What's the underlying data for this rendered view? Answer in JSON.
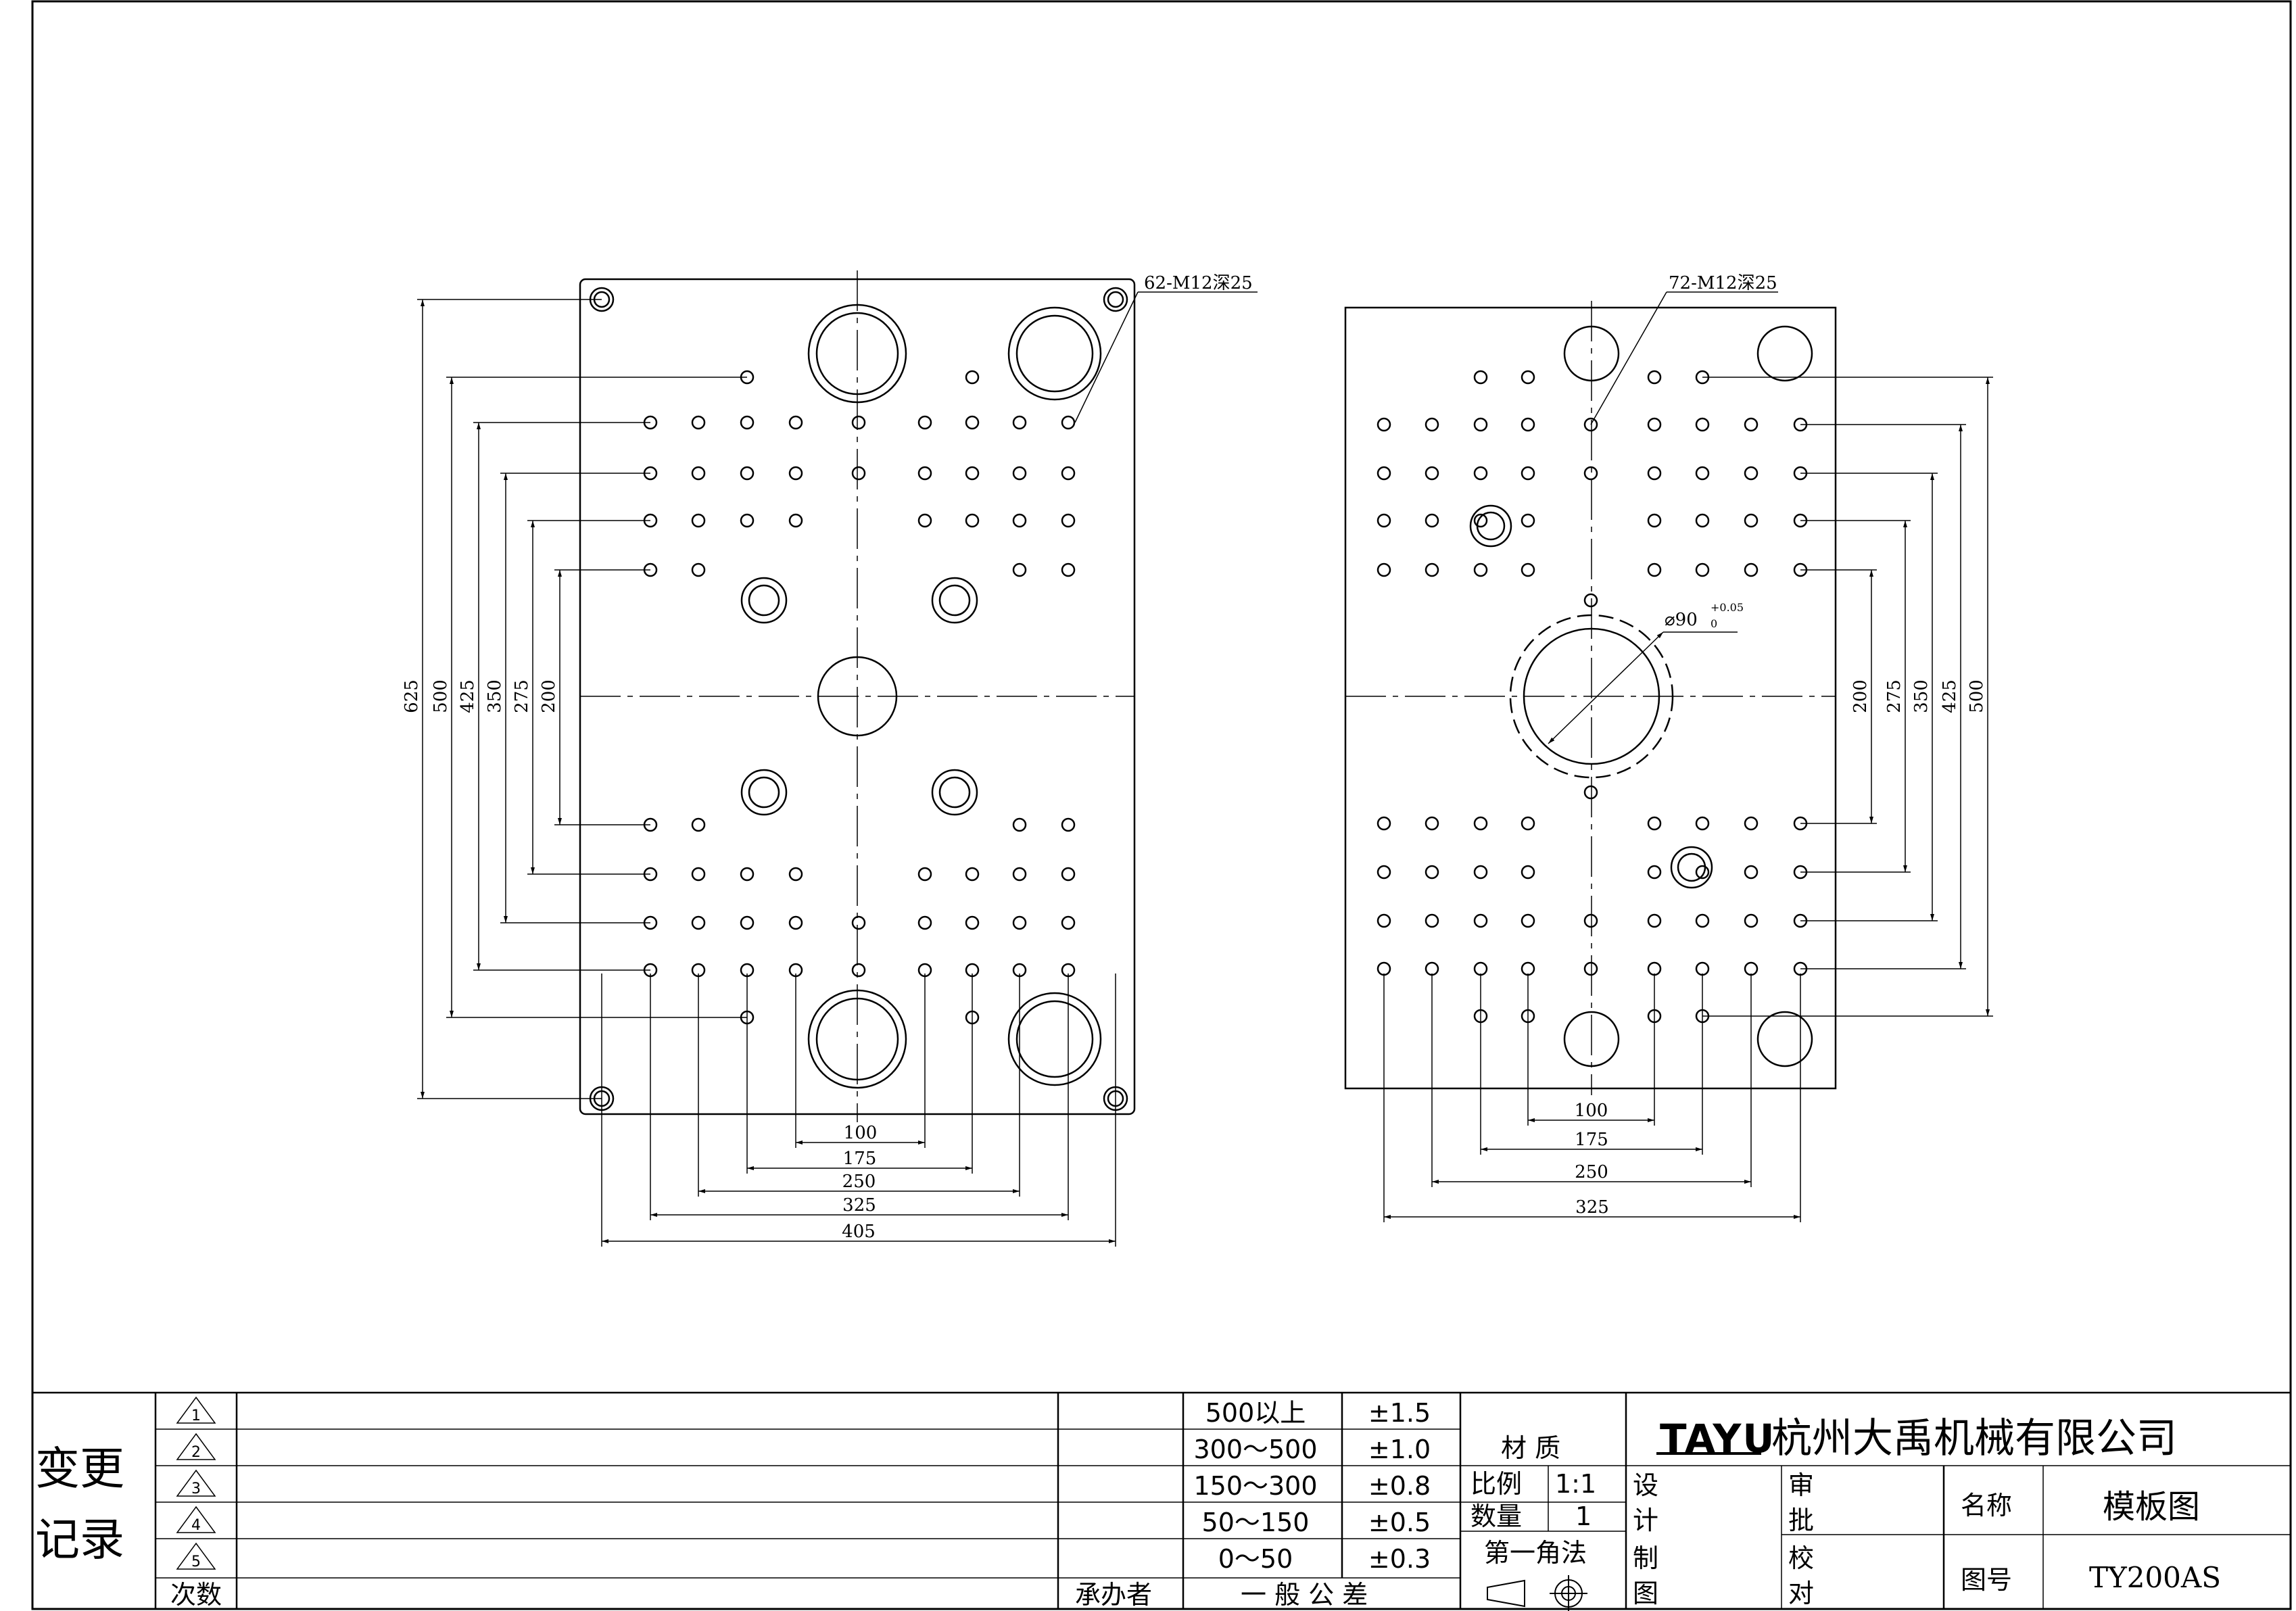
{
  "left_plate": {
    "thread_callout": "62-M12深25",
    "vertical_dims": [
      "625",
      "500",
      "425",
      "350",
      "275",
      "200"
    ],
    "horizontal_dims": [
      "100",
      "175",
      "250",
      "325",
      "405"
    ]
  },
  "right_plate": {
    "thread_callout": "72-M12深25",
    "diameter_callout": "⌀90",
    "diameter_tol_upper": "+0.05",
    "diameter_tol_lower": "0",
    "vertical_dims": [
      "200",
      "275",
      "350",
      "425",
      "500"
    ],
    "horizontal_dims": [
      "100",
      "175",
      "250",
      "325"
    ]
  },
  "title_block": {
    "change_record": "变更记录",
    "change_record_line1": "变更",
    "change_record_line2": "记录",
    "revision_marks": [
      "1",
      "2",
      "3",
      "4",
      "5"
    ],
    "count_label": "次数",
    "handler_label": "承办者",
    "tolerance_rows": [
      {
        "range": "500以上",
        "tol": "±1.5"
      },
      {
        "range": "300～500",
        "tol": "±1.0"
      },
      {
        "range": "150～300",
        "tol": "±0.8"
      },
      {
        "range": "50～150",
        "tol": "±0.5"
      },
      {
        "range": "0～50",
        "tol": "±0.3"
      }
    ],
    "general_tolerance": "一 般 公 差",
    "material_label": "材 质",
    "scale_label": "比例",
    "scale_value": "1:1",
    "quantity_label": "数量",
    "quantity_value": "1",
    "projection_label": "第一角法",
    "design_label": [
      "设",
      "计"
    ],
    "draw_label": [
      "制",
      "图"
    ],
    "approve_label": [
      "审",
      "批"
    ],
    "check_label": [
      "校",
      "对"
    ],
    "brand": "TAYU",
    "company": "杭州大禹机械有限公司",
    "name_label": "名称",
    "name_value": "模板图",
    "drawing_no_label": "图号",
    "drawing_no_value": "TY200AS"
  }
}
